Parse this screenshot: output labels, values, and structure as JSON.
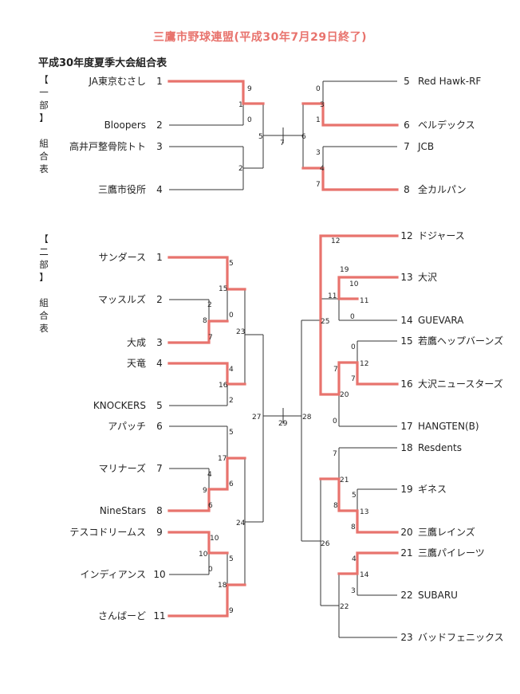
{
  "title": "三鷹市野球連盟(平成30年7月29日終了)",
  "subtitle": "平成30年度夏季大会組合表",
  "colors": {
    "accent": "#e8736d",
    "line": "#333333",
    "text": "#222222"
  },
  "divisions": [
    {
      "label": "【\n一\n部\n】\n\n組\n合\n表"
    },
    {
      "label": "【\n二\n部\n】\n\n組\n合\n表"
    }
  ],
  "teams": [
    {
      "seed": "1",
      "name": "JA東京むさし"
    },
    {
      "seed": "2",
      "name": "Bloopers"
    },
    {
      "seed": "3",
      "name": "高井戸整骨院トト"
    },
    {
      "seed": "4",
      "name": "三鷹市役所"
    },
    {
      "seed": "5",
      "name": "Red Hawk-RF"
    },
    {
      "seed": "6",
      "name": "ベルデックス"
    },
    {
      "seed": "7",
      "name": "JCB"
    },
    {
      "seed": "8",
      "name": "全カルパン"
    },
    {
      "seed": "1",
      "name": "サンダース"
    },
    {
      "seed": "2",
      "name": "マッスルズ"
    },
    {
      "seed": "3",
      "name": "大成"
    },
    {
      "seed": "4",
      "name": "天竜"
    },
    {
      "seed": "5",
      "name": "KNOCKERS"
    },
    {
      "seed": "6",
      "name": "アパッチ"
    },
    {
      "seed": "7",
      "name": "マリナーズ"
    },
    {
      "seed": "8",
      "name": "NineStars"
    },
    {
      "seed": "9",
      "name": "テスコドリームス"
    },
    {
      "seed": "10",
      "name": "インディアンス"
    },
    {
      "seed": "11",
      "name": "さんばーど"
    },
    {
      "seed": "12",
      "name": "ドジャース"
    },
    {
      "seed": "13",
      "name": "大沢"
    },
    {
      "seed": "14",
      "name": "GUEVARA"
    },
    {
      "seed": "15",
      "name": "若鷹ヘップバーンズ"
    },
    {
      "seed": "16",
      "name": "大沢ニュースターズ"
    },
    {
      "seed": "17",
      "name": "HANGTEN(B)"
    },
    {
      "seed": "18",
      "name": "Resdents"
    },
    {
      "seed": "19",
      "name": "ギネス"
    },
    {
      "seed": "20",
      "name": "三鷹レインズ"
    },
    {
      "seed": "21",
      "name": "三鷹パイレーツ"
    },
    {
      "seed": "22",
      "name": "SUBARU"
    },
    {
      "seed": "23",
      "name": "バッドフェニックス"
    }
  ],
  "scores": [
    "9",
    "1",
    "0",
    "2",
    "5",
    "0",
    "3",
    "1",
    "6",
    "3",
    "4",
    "7",
    "5",
    "15",
    "2",
    "8",
    "0",
    "7",
    "4",
    "16",
    "2",
    "5",
    "17",
    "4",
    "9",
    "6",
    "6",
    "10",
    "10",
    "0",
    "5",
    "18",
    "9",
    "23",
    "24",
    "27",
    "12",
    "19",
    "11",
    "11",
    "10",
    "0",
    "0",
    "12",
    "7",
    "7",
    "20",
    "0",
    "25",
    "7",
    "21",
    "5",
    "13",
    "8",
    "8",
    "4",
    "14",
    "3",
    "22",
    "26",
    "28"
  ],
  "round_numbers": [
    "7",
    "29"
  ]
}
